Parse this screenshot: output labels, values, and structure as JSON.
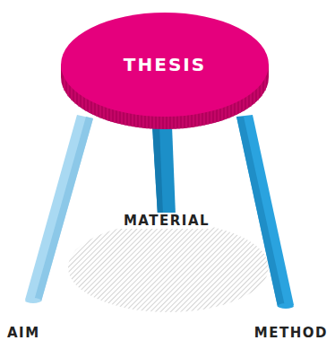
{
  "diagram": {
    "nodes": [
      {
        "text": [
          "THESIS"
        ]
      }
    ],
    "labels": [
      "MATERIAL",
      "AIM",
      "METHOD"
    ]
  }
}
